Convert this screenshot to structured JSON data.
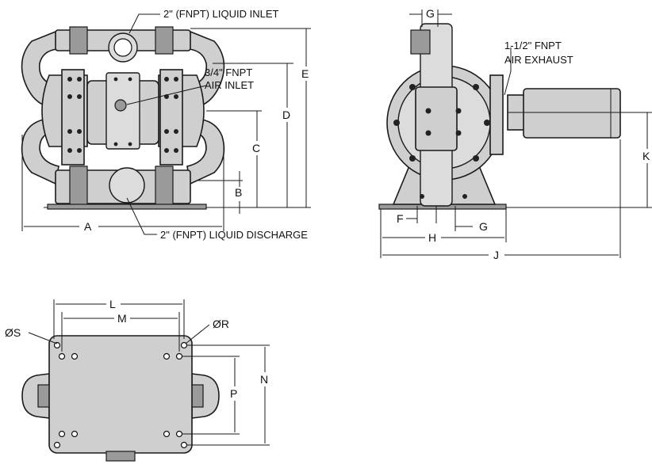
{
  "front_view": {
    "liquid_inlet": "2\" (FNPT) LIQUID INLET",
    "air_inlet_line1": "3/4\" FNPT",
    "air_inlet_line2": "AIR INLET",
    "liquid_discharge": "2\" (FNPT) LIQUID DISCHARGE",
    "dims": {
      "A": "A",
      "B": "B",
      "C": "C",
      "D": "D",
      "E": "E"
    }
  },
  "side_view": {
    "air_exhaust_line1": "1-1/2\" FNPT",
    "air_exhaust_line2": "AIR EXHAUST",
    "dims": {
      "G_top": "G",
      "F": "F",
      "G_bottom": "G",
      "H": "H",
      "J": "J",
      "K": "K"
    }
  },
  "bottom_view": {
    "dims": {
      "L": "L",
      "M": "M",
      "S": "ØS",
      "R": "ØR",
      "N": "N",
      "P": "P"
    }
  }
}
